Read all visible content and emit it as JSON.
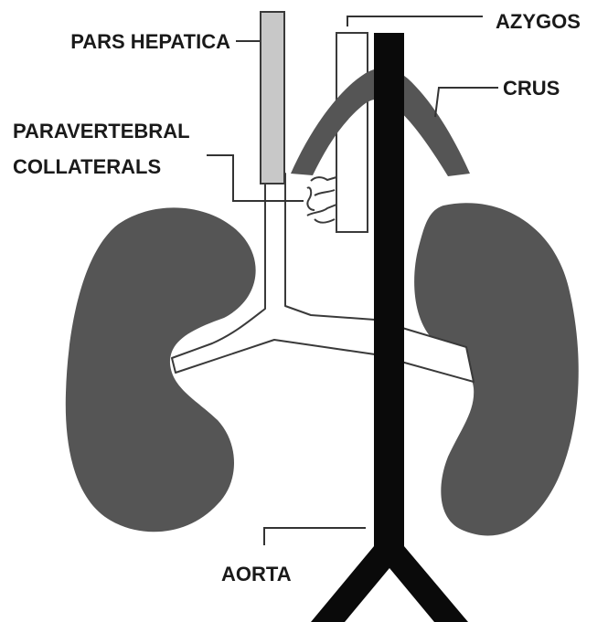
{
  "labels": {
    "pars_hepatica": "PARS HEPATICA",
    "azygos": "AZYGOS",
    "crus": "CRUS",
    "paravertebral_line1": "PARAVERTEBRAL",
    "paravertebral_line2": "COLLATERALS",
    "aorta": "AORTA"
  },
  "colors": {
    "kidney": "#555555",
    "crus": "#555555",
    "aorta": "#0a0a0a",
    "pars_hepatica": "#c8c8c8",
    "vessel_fill": "#ffffff",
    "outline": "#3a3a3a",
    "leader": "#333333"
  }
}
